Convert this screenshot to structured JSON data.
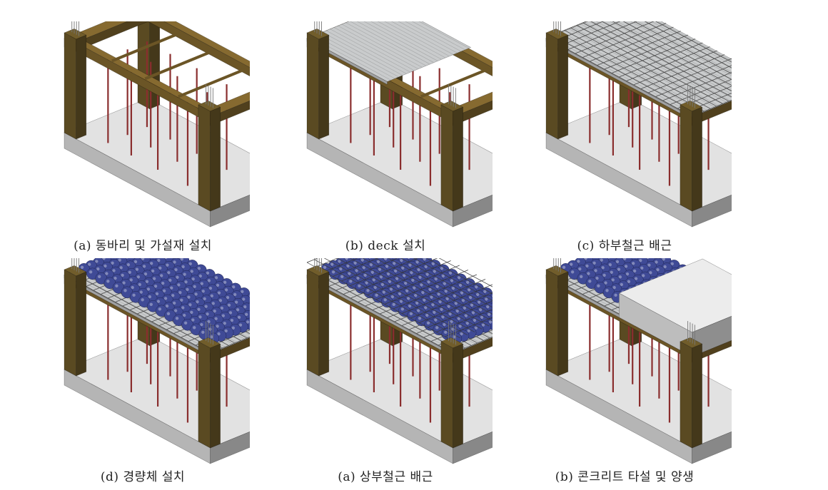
{
  "figure": {
    "panels": [
      {
        "caption": "(a) 동바리 및 가설재 설치",
        "stage": "shoring"
      },
      {
        "caption": "(b) deck 설치",
        "stage": "deck"
      },
      {
        "caption": "(c) 하부철근 배근",
        "stage": "bottom-rebar"
      },
      {
        "caption": "(d) 경량체 설치",
        "stage": "lightweight-bodies"
      },
      {
        "caption": "(a) 상부철근 배근",
        "stage": "top-rebar"
      },
      {
        "caption": "(b) 콘크리트 타설 및 양생",
        "stage": "concrete"
      }
    ]
  },
  "colors": {
    "column": "#5a4a22",
    "beam": "#6b5526",
    "floor_top": "#8c8c8c",
    "floor_side": "#b5b5b5",
    "deck": "#c9cbcc",
    "rebar": "#4a4a4a",
    "post": "#8a2e2e",
    "ball": "#3f4a96",
    "concrete": "#bdbdbd"
  }
}
